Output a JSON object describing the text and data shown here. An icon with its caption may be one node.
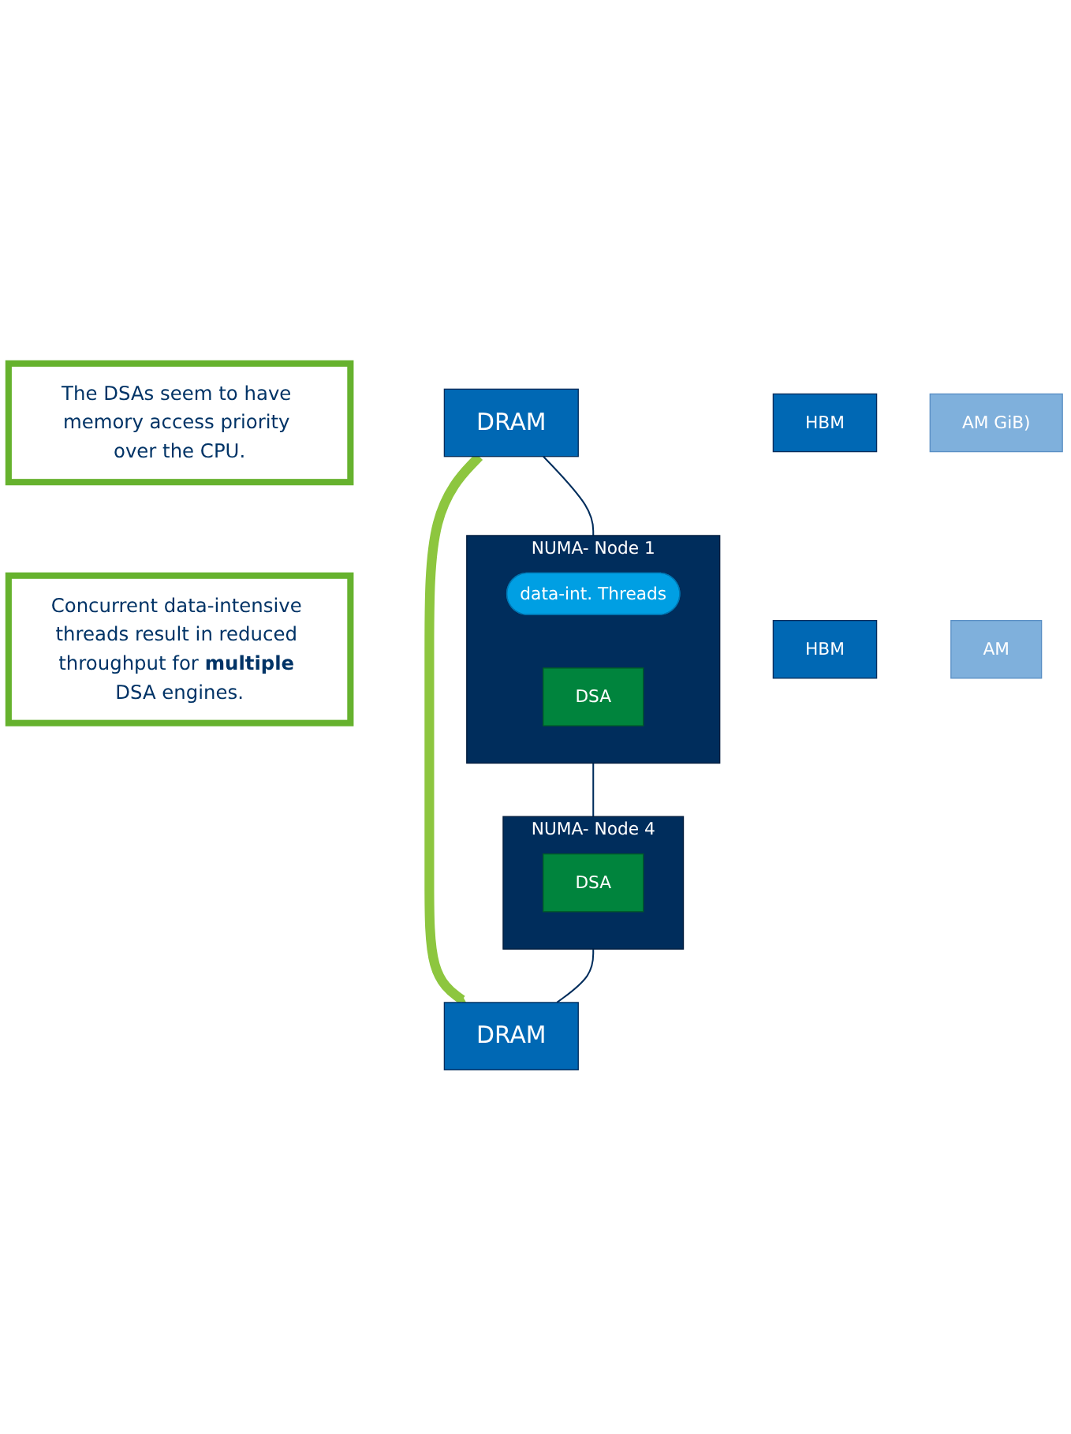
{
  "diagram": {
    "nodes": [
      {
        "text": [
          "AM GiB)"
        ]
      },
      {
        "text": [
          "DRAM"
        ]
      },
      {
        "text": [
          "The DSAs seem to have memory access priority over the CPU."
        ]
      },
      {
        "text": [
          "NUMA- Node 1"
        ]
      },
      {
        "text": [
          "data-int. Threads"
        ],
        "in": 3
      },
      {
        "text": [
          "DSA"
        ],
        "in": 3
      },
      {
        "text": [
          "HBM"
        ]
      },
      {
        "text": [
          "Concurrent data-intensive threads result in reduced throughput for **multiple** DSA engines."
        ]
      },
      {
        "text": [
          "NUMA- Node 4"
        ]
      },
      {
        "text": [
          "DSA"
        ],
        "in": 8
      },
      {
        "text": [
          "HBM"
        ]
      },
      {
        "text": [
          "AM"
        ]
      },
      {
        "text": [
          "DRAM"
        ]
      }
    ],
    "edges": [
      {
        "from": 1,
        "to": 3,
        "arrow": "none"
      },
      {
        "from": 3,
        "to": 8,
        "arrow": "none"
      },
      {
        "from": 8,
        "to": 12,
        "arrow": "none"
      },
      {
        "from": 1,
        "to": 12,
        "arrow": "to",
        "style": "thick",
        "color": "#8dc63f"
      }
    ]
  }
}
